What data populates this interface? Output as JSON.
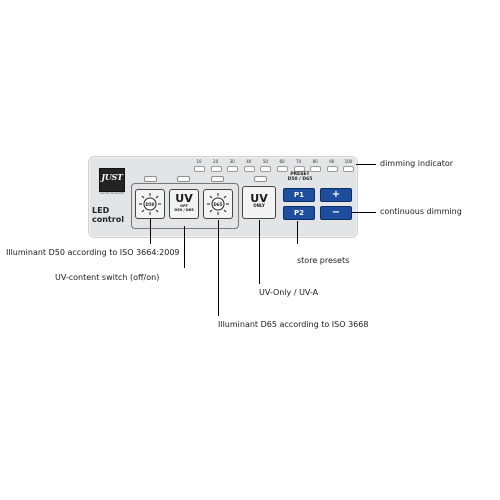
{
  "panel": {
    "brand": "JUST",
    "brand_sub": "normlicht GmbH",
    "label_line1": "LED",
    "label_line2": "control"
  },
  "scale": [
    "10",
    "20",
    "30",
    "40",
    "50",
    "60",
    "70",
    "80",
    "90",
    "100"
  ],
  "buttons": {
    "d50": "D50",
    "uv_main": "UV",
    "uv_off": "OFF",
    "uv_sub": "D50 / D65",
    "d65": "D65",
    "uv_only_main": "UV",
    "uv_only_sub": "ONLY",
    "preset_title_line1": "PRESET",
    "preset_title_line2": "D50 / D65",
    "p1": "P1",
    "p2": "P2",
    "plus": "+",
    "minus": "−"
  },
  "callouts": {
    "dimming_indicator": "dimming indicator",
    "continuous_dimming": "continuous dimming",
    "store_presets": "store presets",
    "illuminant_d50": "Illuminant D50 according to ISO 3664:2009",
    "uv_content_switch": "UV-content switch (off/on)",
    "uv_only": "UV-Only / UV-A",
    "illuminant_d65": "Illuminant D65 according to ISO 3668"
  }
}
